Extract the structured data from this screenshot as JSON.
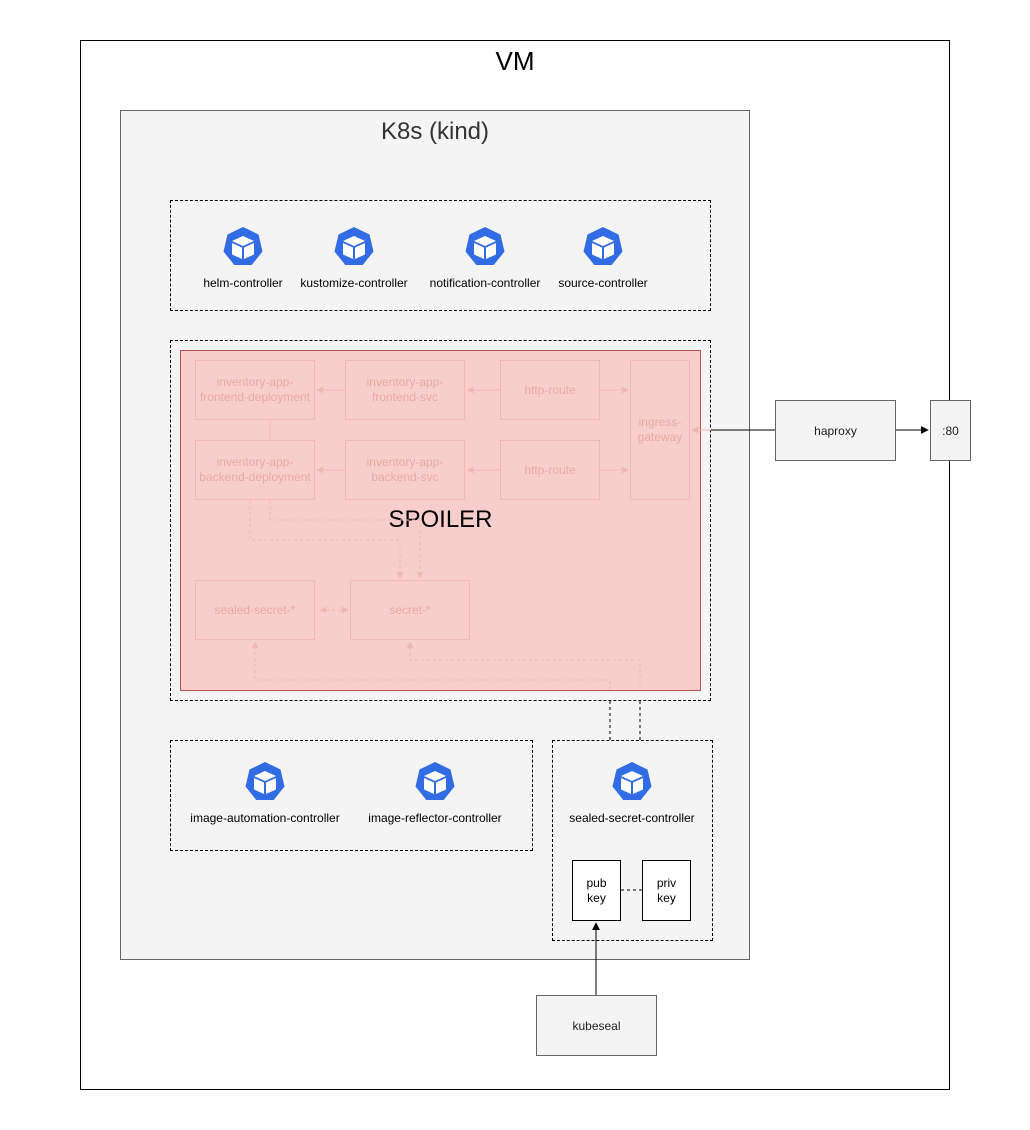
{
  "vm": {
    "title": "VM"
  },
  "k8s": {
    "title": "K8s (kind)"
  },
  "flux_controllers": [
    {
      "label": "helm-controller",
      "icon": "kubernetes-pod-icon"
    },
    {
      "label": "kustomize-controller",
      "icon": "kubernetes-pod-icon"
    },
    {
      "label": "notification-controller",
      "icon": "kubernetes-pod-icon"
    },
    {
      "label": "source-controller",
      "icon": "kubernetes-pod-icon"
    }
  ],
  "spoiler": {
    "label": "SPOILER",
    "hidden_nodes": [
      {
        "label": "inventory-app-\nfrontend-deployment"
      },
      {
        "label": "inventory-app-\nfrontend-svc"
      },
      {
        "label": "http-route"
      },
      {
        "label": "ingress-\ngateway"
      },
      {
        "label": "inventory-app-\nbackend-deployment"
      },
      {
        "label": "inventory-app-\nbackend-svc"
      },
      {
        "label": "http-route"
      },
      {
        "label": "sealed-secret-*"
      },
      {
        "label": "secret-*"
      }
    ]
  },
  "image_controllers": [
    {
      "label": "image-automation-controller",
      "icon": "kubernetes-pod-icon"
    },
    {
      "label": "image-reflector-controller",
      "icon": "kubernetes-pod-icon"
    }
  ],
  "sealed_secrets": {
    "controller": {
      "label": "sealed-secret-controller",
      "icon": "kubernetes-pod-icon"
    },
    "pub_key": "pub\nkey",
    "priv_key": "priv\nkey"
  },
  "external": {
    "haproxy": "haproxy",
    "port": ":80",
    "kubeseal": "kubeseal"
  },
  "colors": {
    "k8s_blue": "#326ce5",
    "spoiler_fill": "#f8cecc",
    "spoiler_stroke": "#b85450"
  }
}
